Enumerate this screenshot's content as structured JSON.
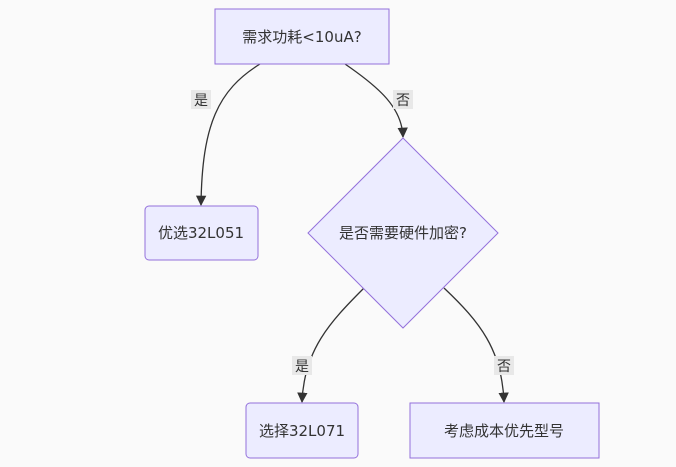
{
  "colors": {
    "background": "#fafafa",
    "node_fill": "#ececff",
    "node_stroke": "#9370db",
    "edge": "#333333",
    "label_bg": "#e8e8e8",
    "text": "#333333"
  },
  "nodes": {
    "start": "需求功耗<10uA?",
    "l051": "优选32L051",
    "decision_crypto": "是否需要硬件加密?",
    "l071": "选择32L071",
    "cost": "考虑成本优先型号"
  },
  "edges": {
    "start_yes": "是",
    "start_no": "否",
    "crypto_yes": "是",
    "crypto_no": "否"
  }
}
